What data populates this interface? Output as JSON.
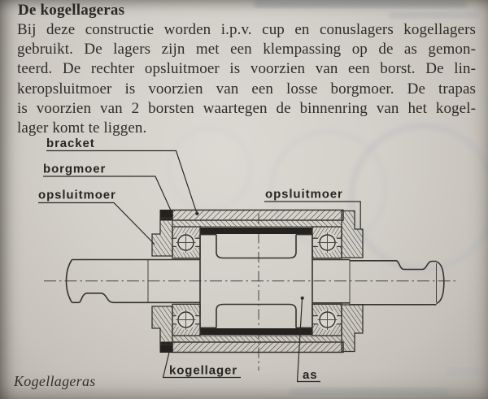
{
  "page": {
    "heading": "De kogellageras",
    "paragraph_lines": [
      "Bij deze constructie worden i.p.v. cup en conuslagers kogellagers",
      "gebruikt. De lagers zijn met een klempassing op de as gemon-",
      "teerd. De rechter opsluitmoer is voorzien van een borst. De lin-",
      "keropsluitmoer is voorzien van een losse borgmoer. De trapas",
      "is voorzien van 2 borsten waartegen de binnenring van het kogel-",
      "lager komt te liggen."
    ],
    "caption": "Kogellageras"
  },
  "figure": {
    "labels": {
      "bracket": "bracket",
      "borgmoer": "borgmoer",
      "opsluitmoer_left": "opsluitmoer",
      "opsluitmoer_right": "opsluitmoer",
      "kogellager": "kogellager",
      "as": "as"
    }
  },
  "colors": {
    "paper": "#d3d0c9",
    "ink": "#2e2c28",
    "line": "#39372f"
  }
}
